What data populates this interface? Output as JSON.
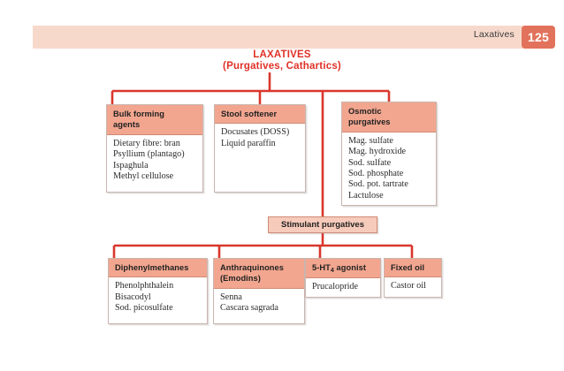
{
  "header": {
    "chapter_label": "Laxatives",
    "page_number": "125",
    "bar_color": "#f7d9cc",
    "badge_color": "#e2725b"
  },
  "chart_data": {
    "type": "diagram",
    "title": "LAXATIVES",
    "subtitle": "(Purgatives, Cathartics)",
    "title_color": "#e03127",
    "connector_color": "#d9372c",
    "node_header_color": "#f2a68f",
    "nodes": [
      {
        "id": "bulk-forming-agents",
        "title_line1": "Bulk forming",
        "title_line2": "agents",
        "items": [
          "Dietary fibre: bran",
          "Psyllium (plantago)",
          "Ispaghula",
          "Methyl cellulose"
        ]
      },
      {
        "id": "stool-softener",
        "title_line1": "Stool softener",
        "title_line2": "",
        "items": [
          "Docusates (DOSS)",
          "Liquid paraffin"
        ]
      },
      {
        "id": "osmotic-purgatives",
        "title_line1": "Osmotic",
        "title_line2": "purgatives",
        "items": [
          "Mag. sulfate",
          "Mag. hydroxide",
          "Sod. sulfate",
          "Sod. phosphate",
          "Sod. pot. tartrate",
          "Lactulose"
        ]
      },
      {
        "id": "stimulant-purgatives",
        "title_line1": "Stimulant purgatives",
        "title_line2": "",
        "items": []
      },
      {
        "id": "diphenylmethanes",
        "title_line1": "Diphenylmethanes",
        "title_line2": "",
        "items": [
          "Phenolphthalein",
          "Bisacodyl",
          "Sod. picosulfate"
        ]
      },
      {
        "id": "anthraquinones",
        "title_line1": "Anthraquinones",
        "title_line2": "(Emodins)",
        "items": [
          "Senna",
          "Cascara sagrada"
        ]
      },
      {
        "id": "5ht4-agonist",
        "title_line1": "5-HT4 agonist",
        "title_line2": "",
        "items": [
          "Prucalopride"
        ]
      },
      {
        "id": "fixed-oil",
        "title_line1": "Fixed oil",
        "title_line2": "",
        "items": [
          "Castor oil"
        ]
      }
    ],
    "edges": [
      {
        "from": "LAXATIVES",
        "to": "bulk-forming-agents"
      },
      {
        "from": "LAXATIVES",
        "to": "stool-softener"
      },
      {
        "from": "LAXATIVES",
        "to": "osmotic-purgatives"
      },
      {
        "from": "LAXATIVES",
        "to": "stimulant-purgatives"
      },
      {
        "from": "stimulant-purgatives",
        "to": "diphenylmethanes"
      },
      {
        "from": "stimulant-purgatives",
        "to": "anthraquinones"
      },
      {
        "from": "stimulant-purgatives",
        "to": "5ht4-agonist"
      },
      {
        "from": "stimulant-purgatives",
        "to": "fixed-oil"
      }
    ]
  }
}
